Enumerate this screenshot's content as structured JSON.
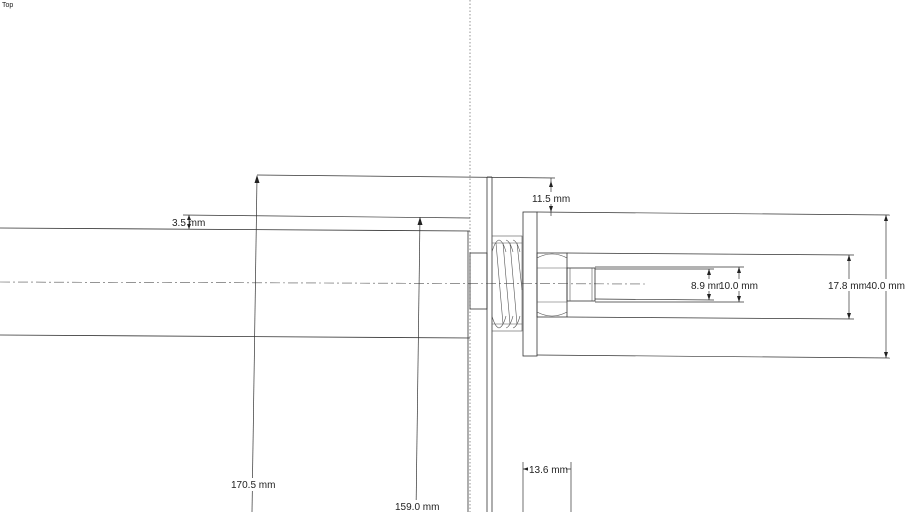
{
  "view": {
    "name": "Top"
  },
  "dimensions": {
    "d170": "170.5 mm",
    "d159": "159.0 mm",
    "d3_5": "3.5 mm",
    "d11_5": "11.5 mm",
    "d13_6": "13.6 mm",
    "d8_9": "8.9 mm",
    "d10": "10.0 mm",
    "d17_8": "17.8 mm",
    "d40": "40.0 mm"
  }
}
